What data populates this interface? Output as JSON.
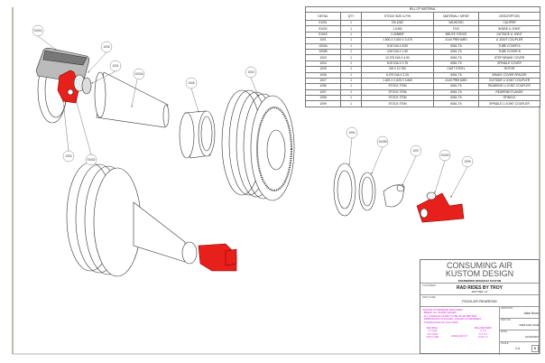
{
  "bom": {
    "title": "BILL OF MATERIAL",
    "columns": [
      "DETAIL",
      "QTY",
      "STOCK SIZE & P/N",
      "MATERIAL / MFGR",
      "DESCRIPTION"
    ],
    "rows": [
      [
        "91001",
        "1",
        "CB-1062",
        "WILWOOD",
        "CALIPER"
      ],
      [
        "91002",
        "1",
        "1-0450",
        "FOG",
        "INSIDE U JOINT"
      ],
      [
        "91003",
        "1",
        "2-3086BF",
        "BRUTE FORCE",
        "OUTSIDE U JOINT"
      ],
      [
        "1001",
        "1",
        "1.500 X 2.500 X 3.475",
        "4140 PREHARD",
        "U JOINT COUPLER"
      ],
      [
        "1002A",
        "1",
        "5.00 DIA X 8.50",
        "6061-T6",
        "TUBE COVER A"
      ],
      [
        "1002B",
        "1",
        "4.50 DIA X 1.50",
        "6061-T6",
        "TUBE COVER B"
      ],
      [
        "1003",
        "1",
        "10.375 DIA X 4.50",
        "6061-T6",
        "STEP BRAKE COVER"
      ],
      [
        "1004",
        "1",
        "8.00 DIA X 0.75",
        "6061-T6",
        "SPINDLE COVER"
      ],
      [
        "1005",
        "1",
        "3/8 X 10.750",
        "CAST STEEL",
        "ROTOR"
      ],
      [
        "1006",
        "1",
        "6.375 DIA X 2.25",
        "6061-T6",
        "BRAKE COVER SPACER"
      ],
      [
        "1007",
        "1",
        "1.625 X 2.625 X 3.660",
        "4140 PREHARD",
        "OUTSIDE U JOINT COUPLER"
      ],
      [
        "1096",
        "1",
        "STOCK ITEM",
        "6061-T6",
        "REAREND U JOINT COUPLER"
      ],
      [
        "1097",
        "1",
        "STOCK ITEM",
        "6061-T6",
        "REAREND FLANGE"
      ],
      [
        "1098",
        "1",
        "STOCK ITEM",
        "6061-T6",
        "SPINDLE"
      ],
      [
        "1099",
        "1",
        "STOCK ITEM",
        "6061-T6",
        "SPINDLE U JOINT COUPLER"
      ]
    ]
  },
  "callouts": {
    "c91001": "91001",
    "c1005": "1005",
    "c1001": "1001",
    "c1002a": "1002A",
    "c1006": "1006",
    "c1003": "1003",
    "c1090": "1090",
    "c91002": "91002",
    "c1004": "1004",
    "c1002b": "1002B",
    "c1007": "1007",
    "c91003": "91003",
    "c1099": "1099"
  },
  "title_block": {
    "company_line1": "CONSUMING AIR",
    "company_line2": "KUSTOM DESIGN",
    "engineered_by": "ENGINEERED DESIGN BY KUSTOM",
    "customer_label": "CUSTOMER",
    "customer": "RAD RIDES BY TROY",
    "location": "WHITTIER, CA",
    "part_label": "PART NAME",
    "part_name": "PIGGLER REAREND",
    "notes": [
      "UNLESS OTHERWISE SPECIFIED:",
      "- BREAK ALL SHARP EDGES",
      "- ALL SURFACE FINISH TO BE 63 OR BETTER",
      "- DIMENSIONS IN INCHES, ANGLES IN DEGREES",
      "- TOLERANCES AS FOLLOWS:"
    ],
    "tol_left": [
      "DECIMAL",
      ".X ±.030",
      ".XX ±.010",
      ".XXX ±.005"
    ],
    "tol_mid": "ANGULAR ±1°",
    "tol_right": [
      "MILLIMETERS",
      "X ±.5",
      "X.X ±.2",
      "X.XX ±.1"
    ],
    "drawn_label": "DRAWN BY",
    "drawn_by": "Jake Muro",
    "dwg_label": "DWG NO",
    "dwg_no": "2008-1001-RAR",
    "date_label": "DATE",
    "date": "10/26/2007",
    "scale_label": "SCALE",
    "scale": "1:4",
    "sheet": "B"
  },
  "colors": {
    "highlight": "#e8201c",
    "line": "#333333",
    "notes": "#d020d0"
  }
}
